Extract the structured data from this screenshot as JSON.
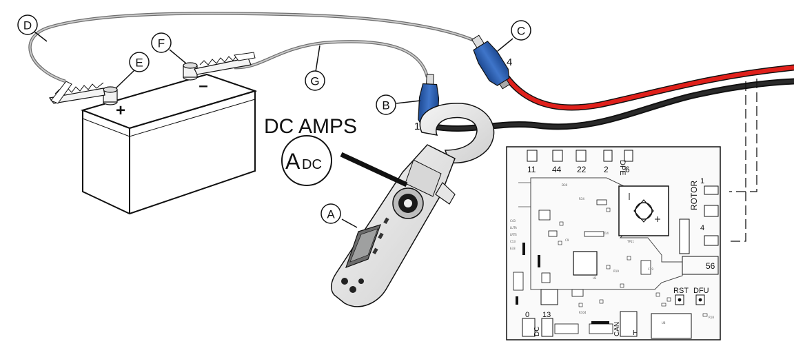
{
  "title": "DC AMPS",
  "meter_symbol": {
    "main": "A",
    "sub": "DC"
  },
  "callouts": {
    "A": "A",
    "B": "B",
    "C": "C",
    "D": "D",
    "E": "E",
    "F": "F",
    "G": "G"
  },
  "wire_numbers": {
    "one": "1",
    "four": "4"
  },
  "battery": {
    "positive": "+",
    "negative": "–"
  },
  "board": {
    "top_terminals": [
      "11",
      "44",
      "22",
      "2",
      "6"
    ],
    "dpe": "DPE",
    "rotor": "ROTOR",
    "rotor_pin_1": "1",
    "rotor_pin_4": "4",
    "pin_56": "56",
    "rst": "RST",
    "dfu": "DFU",
    "bottom_0": "0",
    "bottom_13": "13",
    "dc": "DC",
    "can": "CAN",
    "h": "H"
  },
  "colors": {
    "red_wire": "#e0201b",
    "black_wire": "#111111",
    "connector_blue": "#2d5fb0"
  }
}
